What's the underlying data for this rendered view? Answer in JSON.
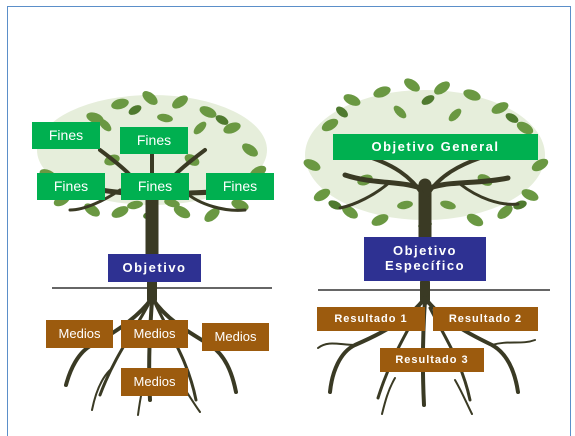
{
  "left_tree": {
    "fines": [
      "Fines",
      "Fines",
      "Fines",
      "Fines",
      "Fines"
    ],
    "objetivo": "Objetivo",
    "medios": [
      "Medios",
      "Medios",
      "Medios",
      "Medios"
    ]
  },
  "right_tree": {
    "objetivo_general": "Objetivo General",
    "objetivo_especifico": "Objetivo Específico",
    "resultados": [
      "Resultado 1",
      "Resultado 2",
      "Resultado 3"
    ]
  },
  "colors": {
    "fines": "#00b050",
    "objetivo": "#2e3192",
    "medios": "#9c5b0e",
    "foliage": "#5f8a3a",
    "trunk": "#3a3a24"
  }
}
